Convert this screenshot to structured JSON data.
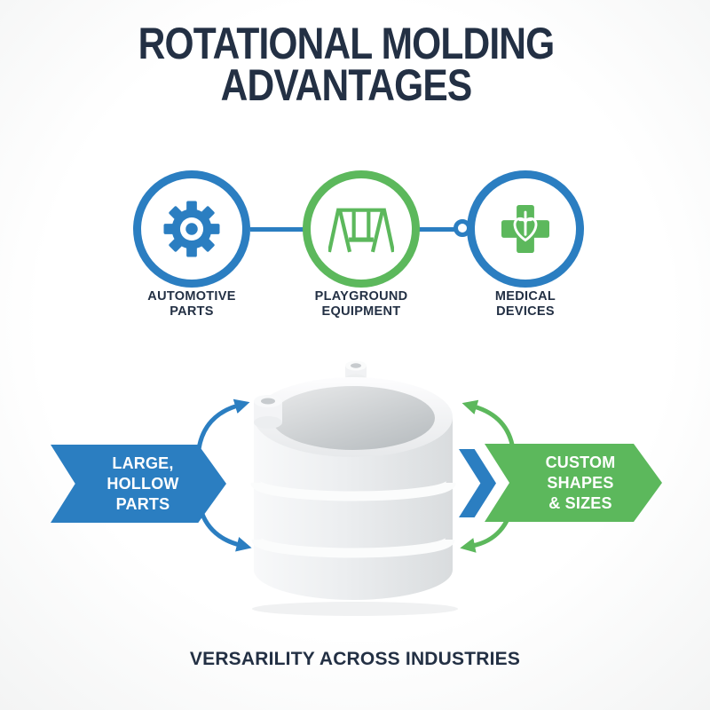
{
  "colors": {
    "blue": "#2b7ec1",
    "green": "#5cb85c",
    "heading": "#233044",
    "banner_text": "#ffffff"
  },
  "title": {
    "line1": "ROTATIONAL MOLDING",
    "line2": "ADVANTAGES"
  },
  "industries": [
    {
      "id": "automotive",
      "icon": "gear-icon",
      "ring_color": "blue",
      "label_line1": "AUTOMOTIVE",
      "label_line2": "PARTS"
    },
    {
      "id": "playground",
      "icon": "swing-icon",
      "ring_color": "green",
      "label_line1": "PLAYGROUND",
      "label_line2": "EQUIPMENT"
    },
    {
      "id": "medical",
      "icon": "medical-cross-icon",
      "ring_color": "blue",
      "label_line1": "MEDICAL",
      "label_line2": "DEVICES"
    }
  ],
  "banners": {
    "left": {
      "line1": "LARGE, HOLLOW",
      "line2": "PARTS"
    },
    "right": {
      "line1": "CUSTOM SHAPES",
      "line2": "& SIZES"
    }
  },
  "caption": "VERSARILITY ACROSS INDUSTRIES",
  "illustration": "rotomolded-hollow-tank"
}
